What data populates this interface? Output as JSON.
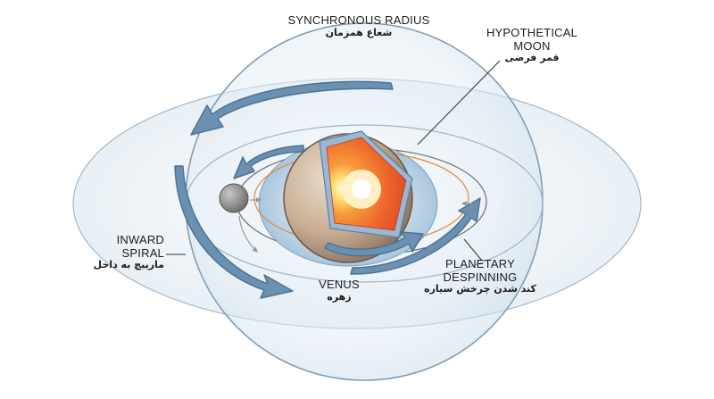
{
  "labels": {
    "synchronous_radius": {
      "en": "SYNCHRONOUS RADIUS",
      "fa": "شعاع همزمان"
    },
    "hypothetical_moon": {
      "en1": "HYPOTHETICAL",
      "en2": "MOON",
      "fa": "قمر فرضی"
    },
    "inward_spiral": {
      "en1": "INWARD",
      "en2": "SPIRAL",
      "fa": "مارپیچ به داخل"
    },
    "venus": {
      "en": "VENUS",
      "fa": "زهره"
    },
    "planetary_despinning": {
      "en1": "PLANETARY",
      "en2": "DESPINNING",
      "fa": "کند شدن چرخش سیاره"
    }
  },
  "colors": {
    "sphere_fill": "#dfeaf3",
    "sphere_stroke": "#7f9db5",
    "arrow": "#5f86a8",
    "orbit_orange": "#e0873a",
    "core_red": "#e0472a",
    "core_glow": "#fff4b0",
    "planet_surface": "#c9b199",
    "moon": "#8a8a8a"
  }
}
